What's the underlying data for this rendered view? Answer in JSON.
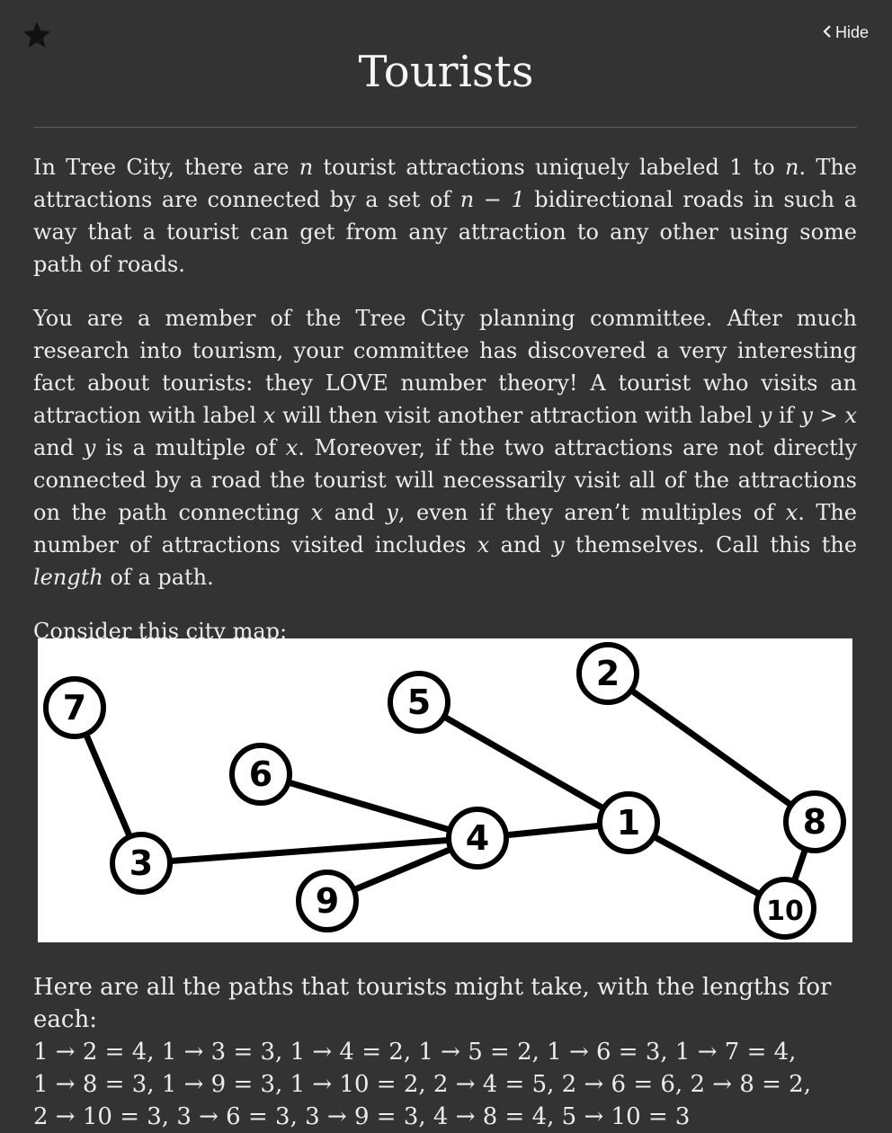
{
  "header": {
    "title": "Tourists",
    "hide_label": "Hide",
    "bookmark_icon": "star-icon",
    "hide_icon": "chevron-left-icon"
  },
  "body": {
    "p1": {
      "t1": "In Tree City, there are ",
      "v_n1": "n",
      "t2": " tourist attractions uniquely labeled 1 to ",
      "v_n2": "n",
      "t3": ". The attractions are connected by a set of ",
      "v_n3": "n − 1",
      "t4": " bidirectional roads in such a way that a tourist can get from any attraction to any other using some path of roads."
    },
    "p2": {
      "t1": "You are a member of the Tree City planning committee. After much research into tourism, your committee has discovered a very interesting fact about tourists: they LOVE number theory! A tourist who visits an attraction with label ",
      "v1": "x",
      "t2": " will then visit another attraction with label ",
      "v2": "y",
      "t3": " if ",
      "v3": "y > x",
      "t4": " and ",
      "v4": "y",
      "t5": " is a multiple of ",
      "v5": "x",
      "t6": ". Moreover, if the two attractions are not directly connected by a road the tourist will necessarily visit all of the attractions on the path connecting ",
      "v6": "x",
      "t7": " and ",
      "v7": "y",
      "t8": ", even if they aren’t multiples of ",
      "v8": "x",
      "t9": ". The number of attractions visited includes ",
      "v9": "x",
      "t10": " and ",
      "v10": "y",
      "t11": " themselves. Call this the ",
      "v11": "length",
      "t12": " of a path."
    },
    "p3": "Consider this city map:"
  },
  "map": {
    "nodes": [
      "1",
      "2",
      "3",
      "4",
      "5",
      "6",
      "7",
      "8",
      "9",
      "10"
    ],
    "edges": [
      [
        "7",
        "3"
      ],
      [
        "3",
        "4"
      ],
      [
        "6",
        "4"
      ],
      [
        "9",
        "4"
      ],
      [
        "4",
        "1"
      ],
      [
        "5",
        "1"
      ],
      [
        "1",
        "10"
      ],
      [
        "10",
        "8"
      ],
      [
        "8",
        "2"
      ]
    ]
  },
  "paths": {
    "intro": "Here are all the paths that tourists might take, with the lengths for each:",
    "line1": "1 → 2 = 4, 1 → 3 = 3, 1 → 4 = 2, 1 → 5 = 2, 1 → 6 = 3, 1 → 7 = 4,",
    "line2": "1 → 8 = 3, 1 → 9 = 3, 1 → 10 = 2, 2 → 4 = 5, 2 → 6 = 6, 2 → 8 = 2,",
    "line3": "2 → 10 = 3, 3 → 6 = 3, 3 → 9 = 3, 4 → 8 = 4, 5 → 10 = 3"
  }
}
